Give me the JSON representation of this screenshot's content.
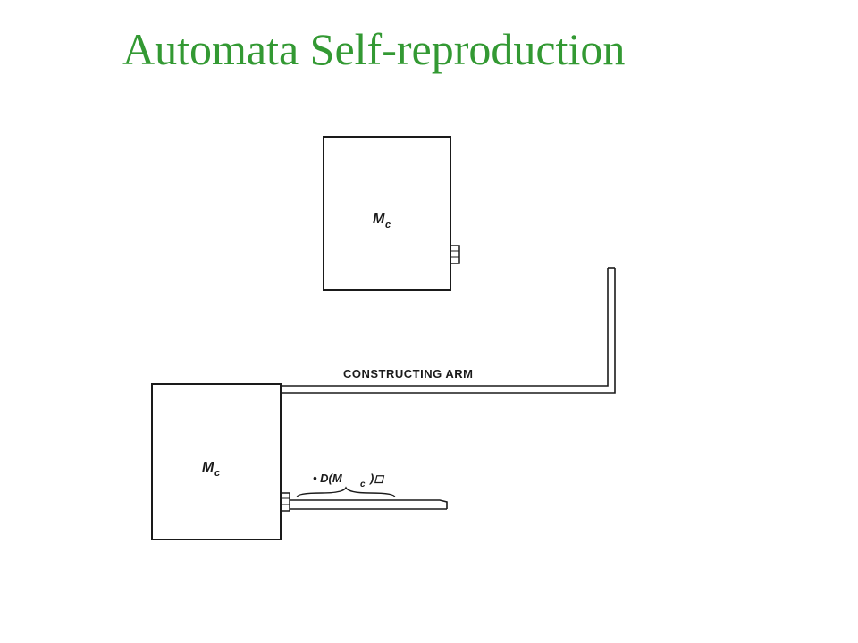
{
  "slide": {
    "title": "Automata Self-reproduction",
    "title_color": "#339933"
  },
  "diagram": {
    "offspring_machine": {
      "label": "M",
      "subscript": "c"
    },
    "parent_machine": {
      "label": "M",
      "subscript": "c"
    },
    "constructing_arm_label": "CONSTRUCTING ARM",
    "tape_label": {
      "prefix": "• D(M",
      "subscript": "c",
      "suffix": ")◻"
    },
    "line_color": "#1a1a1a"
  }
}
